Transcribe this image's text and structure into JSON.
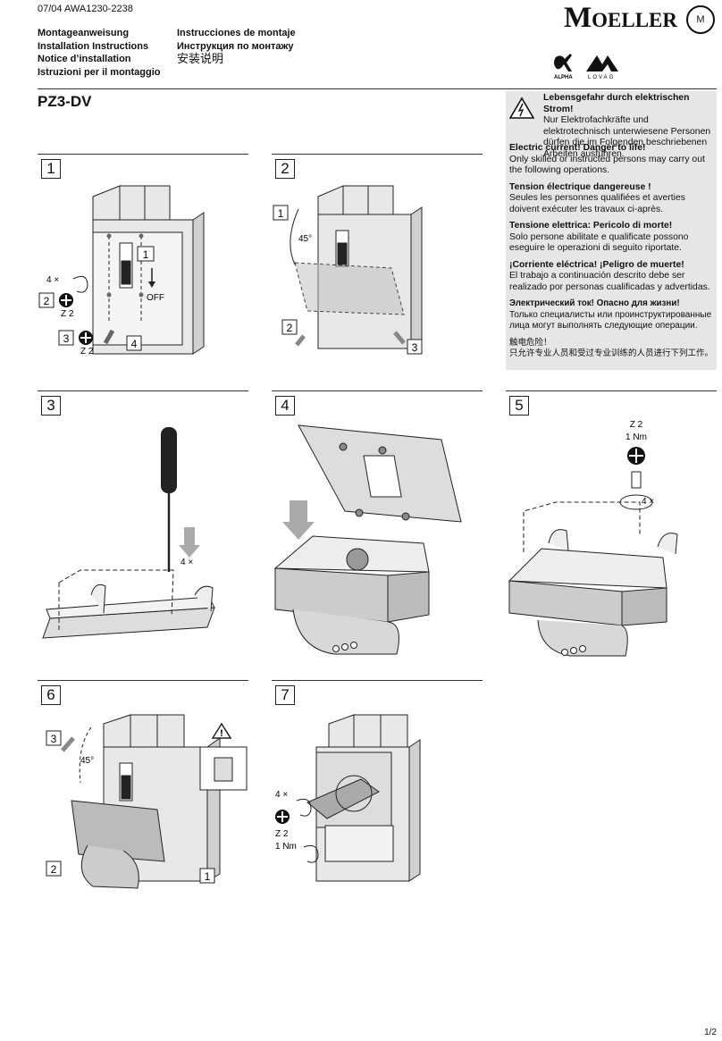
{
  "header": {
    "doc_number": "07/04 AWA1230-2238",
    "titles_left": [
      "Montageanweisung",
      "Installation Instructions",
      "Notice d’installation",
      "Istruzioni per il montaggio"
    ],
    "titles_right": [
      "Instrucciones de montaje",
      "Инструкция по монтажу",
      "安装说明"
    ],
    "brand": "Moeller",
    "logo_marks": [
      "ALPHA",
      "LOVAG"
    ],
    "product": "PZ3-DV"
  },
  "warnings": [
    {
      "title": "Lebensgefahr durch elektrischen Strom!",
      "text": "Nur Elektrofachkräfte und elektrotechnisch unterwiesene Personen dürfen die im Folgenden beschriebenen Arbeiten ausführen."
    },
    {
      "title": "Electric current! Danger to life!",
      "text": "Only skilled or instructed persons may carry out the following operations."
    },
    {
      "title": "Tension électrique dangereuse !",
      "text": "Seules les personnes qualifiées et averties doivent exécuter les travaux ci-après."
    },
    {
      "title": "Tensione elettrica: Pericolo di morte!",
      "text": "Solo persone abilitate e qualificate possono eseguire le operazioni di seguito riportate."
    },
    {
      "title": "¡Corriente eléctrica! ¡Peligro de muerte!",
      "text": "El trabajo a continuación descrito debe ser realizado por personas cualificadas y advertidas."
    },
    {
      "title": "Электрический ток! Опасно для жизни!",
      "text": "Только специалисты или проинструктированные лица могут выполнять следующие операции."
    },
    {
      "title": "触电危险！",
      "text": "只允许专业人员和受过专业训练的人员进行下列工作。"
    }
  ],
  "steps": [
    {
      "number": "1",
      "labels": {
        "count": "4 ×",
        "tool": "Z 2",
        "tool2": "Z 2",
        "off": "OFF",
        "sub1": "1",
        "sub2": "2",
        "sub3": "3",
        "sub4": "4"
      }
    },
    {
      "number": "2",
      "labels": {
        "angle": "45°",
        "sub1": "1",
        "sub2": "2",
        "sub3": "3"
      }
    },
    {
      "number": "3",
      "labels": {
        "count": "4 ×"
      }
    },
    {
      "number": "4",
      "labels": {}
    },
    {
      "number": "5",
      "labels": {
        "tool": "Z 2",
        "torque": "1 Nm",
        "count": "4 ×"
      }
    },
    {
      "number": "6",
      "labels": {
        "angle": "45°",
        "sub1": "1",
        "sub2": "2",
        "sub3": "3"
      }
    },
    {
      "number": "7",
      "labels": {
        "count": "4 ×",
        "tool": "Z 2",
        "torque": "1 Nm"
      }
    }
  ],
  "page_number": "1/2"
}
